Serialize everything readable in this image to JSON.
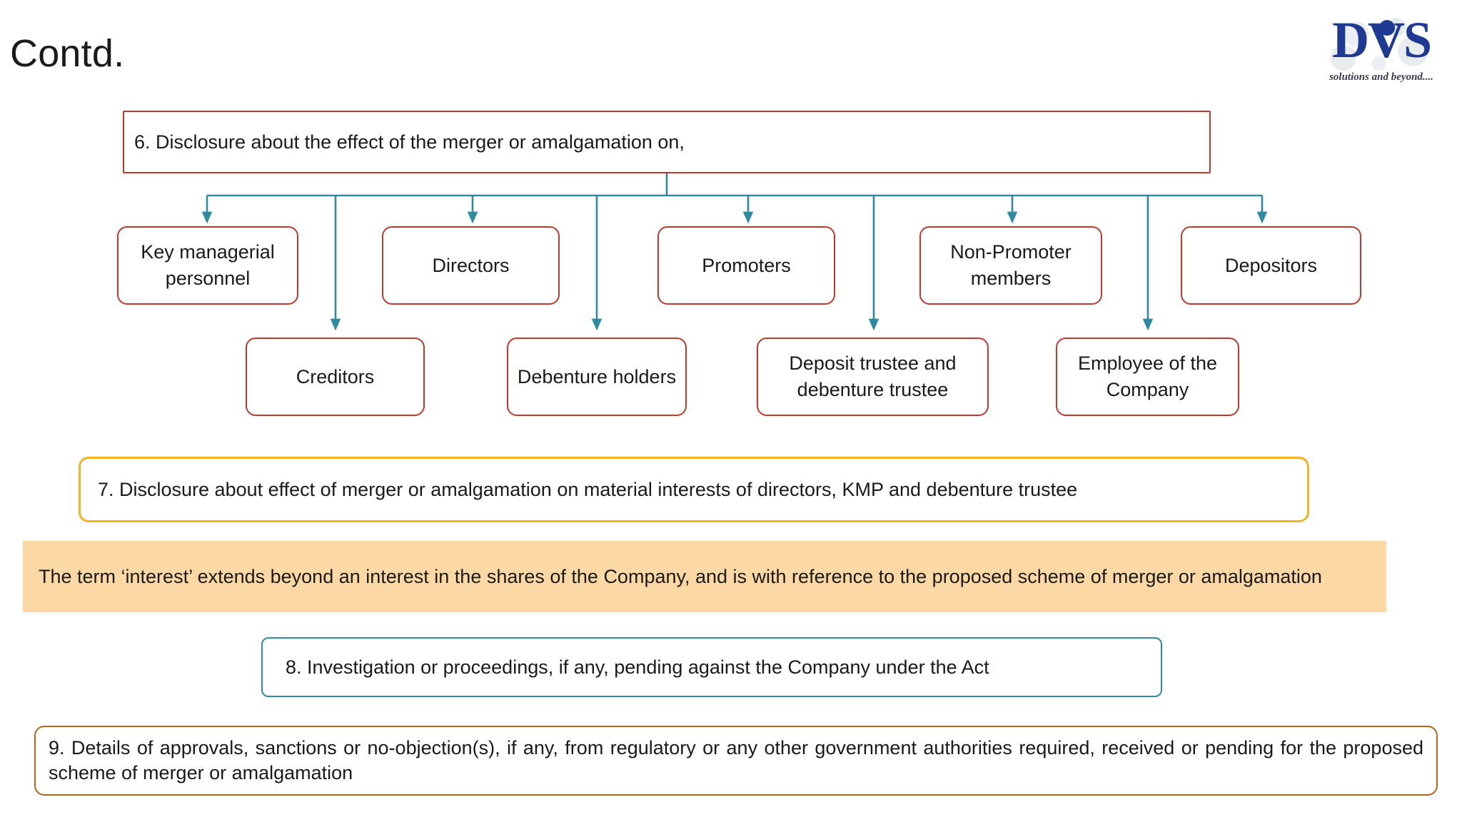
{
  "slide": {
    "title": "Contd."
  },
  "logo": {
    "wordmark": "DVS",
    "tagline": "solutions and beyond....",
    "color": "#1F3A93"
  },
  "colors": {
    "node_border_red": "#C0392B",
    "connector_teal": "#2E8BA0",
    "item7_border_yellow": "#F0B323",
    "note_fill_orange": "#FBD8A4",
    "item8_border_teal": "#2E8BA0",
    "item9_border_brown": "#B5651D"
  },
  "diagram": {
    "root": "6. Disclosure about the effect of the merger or amalgamation on,",
    "row1": [
      {
        "label": "Key managerial personnel"
      },
      {
        "label": "Directors"
      },
      {
        "label": "Promoters"
      },
      {
        "label": "Non-Promoter members"
      },
      {
        "label": "Depositors"
      }
    ],
    "row2": [
      {
        "label": "Creditors"
      },
      {
        "label": "Debenture holders"
      },
      {
        "label": "Deposit trustee and debenture trustee"
      },
      {
        "label": "Employee of the Company"
      }
    ]
  },
  "statements": {
    "item7": "7. Disclosure about effect of merger or amalgamation on material interests of directors, KMP and debenture trustee",
    "note": "The term ‘interest’ extends beyond an interest in the shares of the Company, and is with reference to the proposed scheme of merger or amalgamation",
    "item8": "8. Investigation or proceedings, if any, pending against the Company under the Act",
    "item9": "9. Details of approvals, sanctions or no-objection(s), if any, from regulatory or any other government authorities required, received or pending for the proposed scheme of merger or amalgamation"
  }
}
